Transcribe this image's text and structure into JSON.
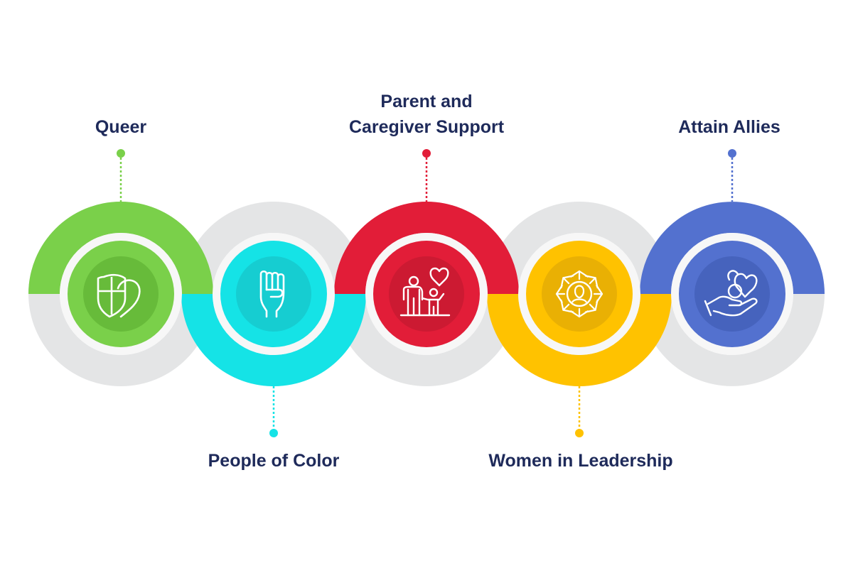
{
  "colors": {
    "queer": "#7ad04a",
    "people_of_color": "#15e3e6",
    "parent_caregiver": "#e21d38",
    "women_leadership": "#ffc200",
    "attain_allies": "#5371cf",
    "ring_gray": "#e4e5e6",
    "text": "#1e2a5a"
  },
  "items": [
    {
      "key": "queer",
      "lines": [
        "Queer"
      ],
      "icon": "hearts-shield-icon",
      "color": "#7ad04a",
      "label_side": "top"
    },
    {
      "key": "people_of_color",
      "lines": [
        "People of Color"
      ],
      "icon": "raised-fist-icon",
      "color": "#15e3e6",
      "label_side": "bottom"
    },
    {
      "key": "parent_caregiver",
      "lines": [
        "Parent and",
        "Caregiver Support"
      ],
      "icon": "parent-child-heart-icon",
      "color": "#e21d38",
      "label_side": "top"
    },
    {
      "key": "women_leadership",
      "lines": [
        "Women in Leadership"
      ],
      "icon": "woman-leader-arrows-icon",
      "color": "#ffc200",
      "label_side": "bottom"
    },
    {
      "key": "attain_allies",
      "lines": [
        "Attain Allies"
      ],
      "icon": "heart-in-hand-icon",
      "color": "#5371cf",
      "label_side": "top"
    }
  ]
}
